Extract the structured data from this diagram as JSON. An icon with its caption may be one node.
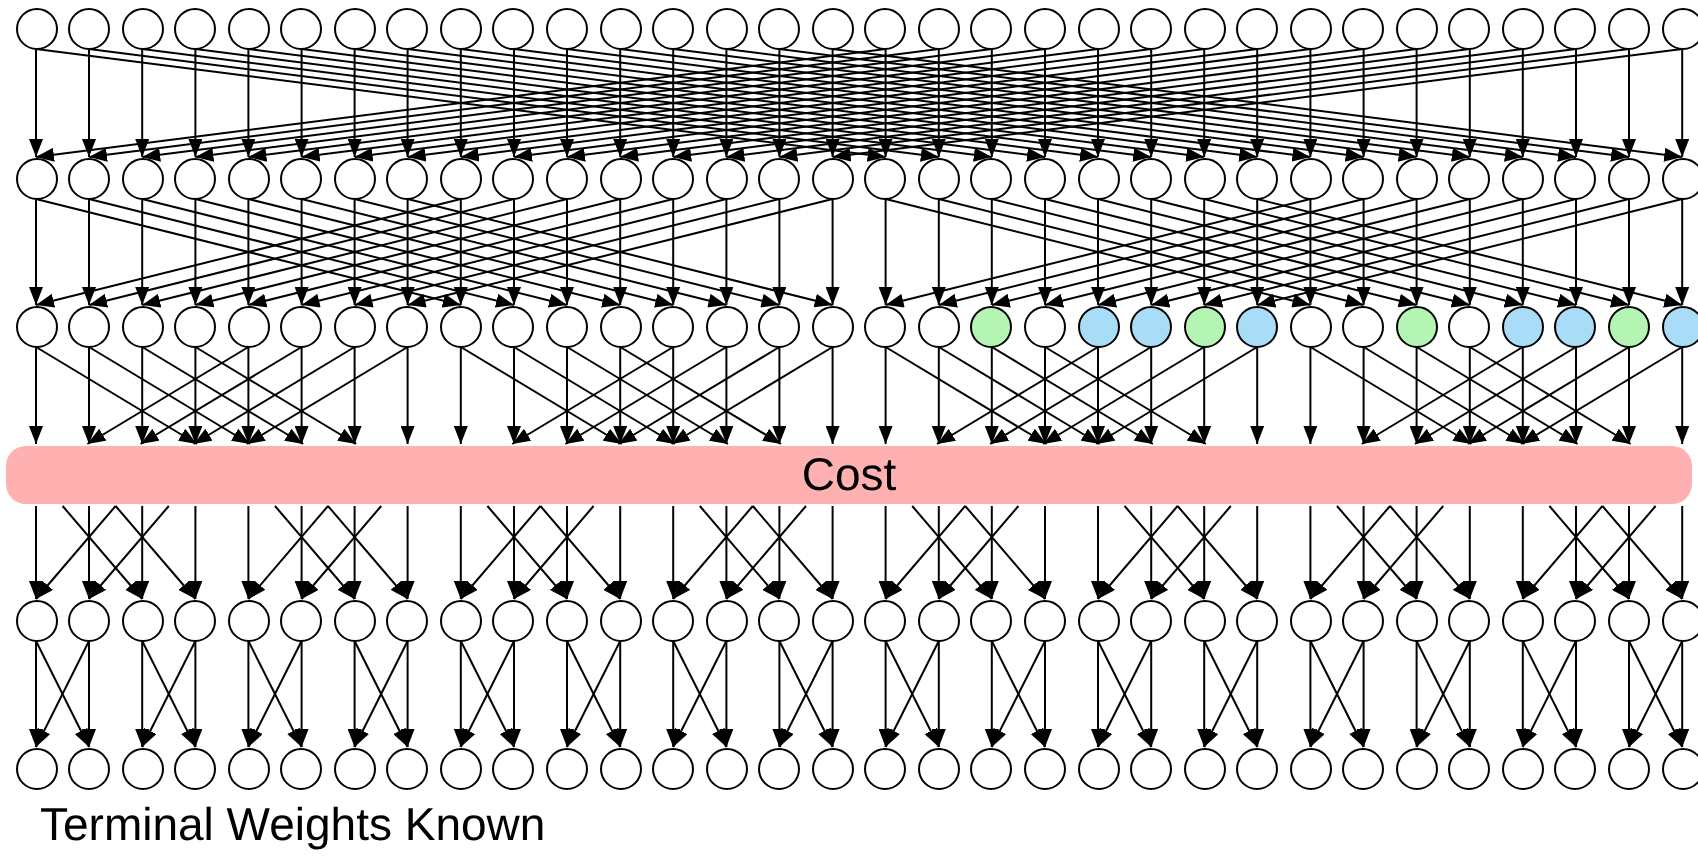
{
  "diagram": {
    "caption": "Terminal Weights Known",
    "nodes": [
      {
        "text": [],
        "shape": "circle"
      },
      {
        "text": [],
        "shape": "circle"
      },
      {
        "text": [],
        "shape": "circle"
      },
      {
        "text": [],
        "shape": "circle"
      },
      {
        "text": [],
        "shape": "circle"
      },
      {
        "text": [],
        "shape": "circle"
      },
      {
        "text": [],
        "shape": "circle"
      },
      {
        "text": [],
        "shape": "circle"
      },
      {
        "text": [],
        "shape": "circle"
      },
      {
        "text": [],
        "shape": "circle"
      },
      {
        "text": [],
        "shape": "circle"
      },
      {
        "text": [],
        "shape": "circle"
      },
      {
        "text": [],
        "shape": "circle"
      },
      {
        "text": [],
        "shape": "circle"
      },
      {
        "text": [],
        "shape": "circle"
      },
      {
        "text": [],
        "shape": "circle"
      },
      {
        "text": [],
        "shape": "circle"
      },
      {
        "text": [],
        "shape": "circle"
      },
      {
        "text": [],
        "shape": "circle"
      },
      {
        "text": [],
        "shape": "circle"
      },
      {
        "text": [],
        "shape": "circle"
      },
      {
        "text": [],
        "shape": "circle"
      },
      {
        "text": [],
        "shape": "circle"
      },
      {
        "text": [],
        "shape": "circle"
      },
      {
        "text": [],
        "shape": "circle"
      },
      {
        "text": [],
        "shape": "circle"
      },
      {
        "text": [],
        "shape": "circle"
      },
      {
        "text": [],
        "shape": "circle"
      },
      {
        "text": [],
        "shape": "circle"
      },
      {
        "text": [],
        "shape": "circle"
      },
      {
        "text": [],
        "shape": "circle"
      },
      {
        "text": [],
        "shape": "circle"
      },
      {
        "text": [],
        "shape": "circle"
      },
      {
        "text": [],
        "shape": "circle"
      },
      {
        "text": [],
        "shape": "circle"
      },
      {
        "text": [],
        "shape": "circle"
      },
      {
        "text": [],
        "shape": "circle"
      },
      {
        "text": [],
        "shape": "circle"
      },
      {
        "text": [],
        "shape": "circle"
      },
      {
        "text": [],
        "shape": "circle"
      },
      {
        "text": [],
        "shape": "circle"
      },
      {
        "text": [],
        "shape": "circle"
      },
      {
        "text": [],
        "shape": "circle"
      },
      {
        "text": [],
        "shape": "circle"
      },
      {
        "text": [],
        "shape": "circle"
      },
      {
        "text": [],
        "shape": "circle"
      },
      {
        "text": [],
        "shape": "circle"
      },
      {
        "text": [],
        "shape": "circle"
      },
      {
        "text": [],
        "shape": "circle"
      },
      {
        "text": [],
        "shape": "circle"
      },
      {
        "text": [],
        "shape": "circle"
      },
      {
        "text": [],
        "shape": "circle"
      },
      {
        "text": [],
        "shape": "circle"
      },
      {
        "text": [],
        "shape": "circle"
      },
      {
        "text": [],
        "shape": "circle"
      },
      {
        "text": [],
        "shape": "circle"
      },
      {
        "text": [],
        "shape": "circle"
      },
      {
        "text": [],
        "shape": "circle"
      },
      {
        "text": [],
        "shape": "circle"
      },
      {
        "text": [],
        "shape": "circle"
      },
      {
        "text": [],
        "shape": "circle"
      },
      {
        "text": [],
        "shape": "circle"
      },
      {
        "text": [],
        "shape": "circle"
      },
      {
        "text": [],
        "shape": "circle"
      },
      {
        "text": [],
        "shape": "circle"
      },
      {
        "text": [],
        "shape": "circle"
      },
      {
        "text": [],
        "shape": "circle"
      },
      {
        "text": [],
        "shape": "circle"
      },
      {
        "text": [],
        "shape": "circle"
      },
      {
        "text": [],
        "shape": "circle"
      },
      {
        "text": [],
        "shape": "circle"
      },
      {
        "text": [],
        "shape": "circle"
      },
      {
        "text": [],
        "shape": "circle"
      },
      {
        "text": [],
        "shape": "circle"
      },
      {
        "text": [],
        "shape": "circle"
      },
      {
        "text": [],
        "shape": "circle"
      },
      {
        "text": [],
        "shape": "circle"
      },
      {
        "text": [],
        "shape": "circle"
      },
      {
        "text": [],
        "shape": "circle"
      },
      {
        "text": [],
        "shape": "circle"
      },
      {
        "text": [],
        "shape": "circle"
      },
      {
        "text": [],
        "shape": "circle"
      },
      {
        "text": [],
        "shape": "circle"
      },
      {
        "text": [],
        "shape": "circle"
      },
      {
        "text": [],
        "shape": "circle"
      },
      {
        "text": [],
        "shape": "circle"
      },
      {
        "text": [],
        "shape": "circle"
      },
      {
        "text": [],
        "shape": "circle"
      },
      {
        "text": [],
        "shape": "circle"
      },
      {
        "text": [],
        "shape": "circle"
      },
      {
        "text": [],
        "shape": "circle"
      },
      {
        "text": [],
        "shape": "circle"
      },
      {
        "text": [],
        "shape": "circle"
      },
      {
        "text": [],
        "shape": "circle"
      },
      {
        "text": [],
        "shape": "circle"
      },
      {
        "text": [],
        "shape": "circle"
      },
      {
        "text": [
          "Cost"
        ]
      },
      {
        "text": [],
        "shape": "circle"
      },
      {
        "text": [],
        "shape": "circle"
      },
      {
        "text": [],
        "shape": "circle"
      },
      {
        "text": [],
        "shape": "circle"
      },
      {
        "text": [],
        "shape": "circle"
      },
      {
        "text": [],
        "shape": "circle"
      },
      {
        "text": [],
        "shape": "circle"
      },
      {
        "text": [],
        "shape": "circle"
      },
      {
        "text": [],
        "shape": "circle"
      },
      {
        "text": [],
        "shape": "circle"
      },
      {
        "text": [],
        "shape": "circle"
      },
      {
        "text": [],
        "shape": "circle"
      },
      {
        "text": [],
        "shape": "circle"
      },
      {
        "text": [],
        "shape": "circle"
      },
      {
        "text": [],
        "shape": "circle"
      },
      {
        "text": [],
        "shape": "circle"
      },
      {
        "text": [],
        "shape": "circle"
      },
      {
        "text": [],
        "shape": "circle"
      },
      {
        "text": [],
        "shape": "circle"
      },
      {
        "text": [],
        "shape": "circle"
      },
      {
        "text": [],
        "shape": "circle"
      },
      {
        "text": [],
        "shape": "circle"
      },
      {
        "text": [],
        "shape": "circle"
      },
      {
        "text": [],
        "shape": "circle"
      },
      {
        "text": [],
        "shape": "circle"
      },
      {
        "text": [],
        "shape": "circle"
      },
      {
        "text": [],
        "shape": "circle"
      },
      {
        "text": [],
        "shape": "circle"
      },
      {
        "text": [],
        "shape": "circle"
      },
      {
        "text": [],
        "shape": "circle"
      },
      {
        "text": [],
        "shape": "circle"
      },
      {
        "text": [],
        "shape": "circle"
      },
      {
        "text": [],
        "shape": "circle"
      },
      {
        "text": [],
        "shape": "circle"
      },
      {
        "text": [],
        "shape": "circle"
      },
      {
        "text": [],
        "shape": "circle"
      },
      {
        "text": [],
        "shape": "circle"
      },
      {
        "text": [],
        "shape": "circle"
      },
      {
        "text": [],
        "shape": "circle"
      },
      {
        "text": [],
        "shape": "circle"
      },
      {
        "text": [],
        "shape": "circle"
      },
      {
        "text": [],
        "shape": "circle"
      },
      {
        "text": [],
        "shape": "circle"
      },
      {
        "text": [],
        "shape": "circle"
      },
      {
        "text": [],
        "shape": "circle"
      },
      {
        "text": [],
        "shape": "circle"
      },
      {
        "text": [],
        "shape": "circle"
      },
      {
        "text": [],
        "shape": "circle"
      },
      {
        "text": [],
        "shape": "circle"
      },
      {
        "text": [],
        "shape": "circle"
      },
      {
        "text": [],
        "shape": "circle"
      },
      {
        "text": [],
        "shape": "circle"
      },
      {
        "text": [],
        "shape": "circle"
      },
      {
        "text": [],
        "shape": "circle"
      },
      {
        "text": [],
        "shape": "circle"
      },
      {
        "text": [],
        "shape": "circle"
      },
      {
        "text": [],
        "shape": "circle"
      },
      {
        "text": [],
        "shape": "circle"
      },
      {
        "text": [],
        "shape": "circle"
      },
      {
        "text": [],
        "shape": "circle"
      },
      {
        "text": [],
        "shape": "circle"
      },
      {
        "text": [],
        "shape": "circle"
      },
      {
        "text": [],
        "shape": "circle"
      },
      {
        "text": [],
        "shape": "circle"
      }
    ],
    "edges": [
      {
        "from": 0,
        "to": 32,
        "arrow": "to"
      },
      {
        "from": 0,
        "to": 48,
        "arrow": "to"
      },
      {
        "from": 1,
        "to": 33,
        "arrow": "to"
      },
      {
        "from": 1,
        "to": 49,
        "arrow": "to"
      },
      {
        "from": 2,
        "to": 34,
        "arrow": "to"
      },
      {
        "from": 2,
        "to": 50,
        "arrow": "to"
      },
      {
        "from": 3,
        "to": 35,
        "arrow": "to"
      },
      {
        "from": 3,
        "to": 51,
        "arrow": "to"
      },
      {
        "from": 4,
        "to": 36,
        "arrow": "to"
      },
      {
        "from": 4,
        "to": 52,
        "arrow": "to"
      },
      {
        "from": 5,
        "to": 37,
        "arrow": "to"
      },
      {
        "from": 5,
        "to": 53,
        "arrow": "to"
      },
      {
        "from": 6,
        "to": 38,
        "arrow": "to"
      },
      {
        "from": 6,
        "to": 54,
        "arrow": "to"
      },
      {
        "from": 7,
        "to": 39,
        "arrow": "to"
      },
      {
        "from": 7,
        "to": 55,
        "arrow": "to"
      },
      {
        "from": 8,
        "to": 40,
        "arrow": "to"
      },
      {
        "from": 8,
        "to": 56,
        "arrow": "to"
      },
      {
        "from": 9,
        "to": 41,
        "arrow": "to"
      },
      {
        "from": 9,
        "to": 57,
        "arrow": "to"
      },
      {
        "from": 10,
        "to": 42,
        "arrow": "to"
      },
      {
        "from": 10,
        "to": 58,
        "arrow": "to"
      },
      {
        "from": 11,
        "to": 43,
        "arrow": "to"
      },
      {
        "from": 11,
        "to": 59,
        "arrow": "to"
      },
      {
        "from": 12,
        "to": 44,
        "arrow": "to"
      },
      {
        "from": 12,
        "to": 60,
        "arrow": "to"
      },
      {
        "from": 13,
        "to": 45,
        "arrow": "to"
      },
      {
        "from": 13,
        "to": 61,
        "arrow": "to"
      },
      {
        "from": 14,
        "to": 46,
        "arrow": "to"
      },
      {
        "from": 14,
        "to": 62,
        "arrow": "to"
      },
      {
        "from": 15,
        "to": 47,
        "arrow": "to"
      },
      {
        "from": 15,
        "to": 63,
        "arrow": "to"
      },
      {
        "from": 16,
        "to": 48,
        "arrow": "to"
      },
      {
        "from": 16,
        "to": 32,
        "arrow": "to"
      },
      {
        "from": 17,
        "to": 49,
        "arrow": "to"
      },
      {
        "from": 17,
        "to": 33,
        "arrow": "to"
      },
      {
        "from": 18,
        "to": 50,
        "arrow": "to"
      },
      {
        "from": 18,
        "to": 34,
        "arrow": "to"
      },
      {
        "from": 19,
        "to": 51,
        "arrow": "to"
      },
      {
        "from": 19,
        "to": 35,
        "arrow": "to"
      },
      {
        "from": 20,
        "to": 52,
        "arrow": "to"
      },
      {
        "from": 20,
        "to": 36,
        "arrow": "to"
      },
      {
        "from": 21,
        "to": 53,
        "arrow": "to"
      },
      {
        "from": 21,
        "to": 37,
        "arrow": "to"
      },
      {
        "from": 22,
        "to": 54,
        "arrow": "to"
      },
      {
        "from": 22,
        "to": 38,
        "arrow": "to"
      },
      {
        "from": 23,
        "to": 55,
        "arrow": "to"
      },
      {
        "from": 23,
        "to": 39,
        "arrow": "to"
      },
      {
        "from": 24,
        "to": 56,
        "arrow": "to"
      },
      {
        "from": 24,
        "to": 40,
        "arrow": "to"
      },
      {
        "from": 25,
        "to": 57,
        "arrow": "to"
      },
      {
        "from": 25,
        "to": 41,
        "arrow": "to"
      },
      {
        "from": 26,
        "to": 58,
        "arrow": "to"
      },
      {
        "from": 26,
        "to": 42,
        "arrow": "to"
      },
      {
        "from": 27,
        "to": 59,
        "arrow": "to"
      },
      {
        "from": 27,
        "to": 43,
        "arrow": "to"
      },
      {
        "from": 28,
        "to": 60,
        "arrow": "to"
      },
      {
        "from": 28,
        "to": 44,
        "arrow": "to"
      },
      {
        "from": 29,
        "to": 61,
        "arrow": "to"
      },
      {
        "from": 29,
        "to": 45,
        "arrow": "to"
      },
      {
        "from": 30,
        "to": 62,
        "arrow": "to"
      },
      {
        "from": 30,
        "to": 46,
        "arrow": "to"
      },
      {
        "from": 31,
        "to": 63,
        "arrow": "to"
      },
      {
        "from": 31,
        "to": 47,
        "arrow": "to"
      },
      {
        "from": 32,
        "to": 64,
        "arrow": "to"
      },
      {
        "from": 32,
        "to": 72,
        "arrow": "to"
      },
      {
        "from": 33,
        "to": 65,
        "arrow": "to"
      },
      {
        "from": 33,
        "to": 73,
        "arrow": "to"
      },
      {
        "from": 34,
        "to": 66,
        "arrow": "to"
      },
      {
        "from": 34,
        "to": 74,
        "arrow": "to"
      },
      {
        "from": 35,
        "to": 67,
        "arrow": "to"
      },
      {
        "from": 35,
        "to": 75,
        "arrow": "to"
      },
      {
        "from": 36,
        "to": 68,
        "arrow": "to"
      },
      {
        "from": 36,
        "to": 76,
        "arrow": "to"
      },
      {
        "from": 37,
        "to": 69,
        "arrow": "to"
      },
      {
        "from": 37,
        "to": 77,
        "arrow": "to"
      },
      {
        "from": 38,
        "to": 70,
        "arrow": "to"
      },
      {
        "from": 38,
        "to": 78,
        "arrow": "to"
      },
      {
        "from": 39,
        "to": 71,
        "arrow": "to"
      },
      {
        "from": 39,
        "to": 79,
        "arrow": "to"
      },
      {
        "from": 40,
        "to": 72,
        "arrow": "to"
      },
      {
        "from": 40,
        "to": 64,
        "arrow": "to"
      },
      {
        "from": 41,
        "to": 73,
        "arrow": "to"
      },
      {
        "from": 41,
        "to": 65,
        "arrow": "to"
      },
      {
        "from": 42,
        "to": 74,
        "arrow": "to"
      },
      {
        "from": 42,
        "to": 66,
        "arrow": "to"
      },
      {
        "from": 43,
        "to": 75,
        "arrow": "to"
      },
      {
        "from": 43,
        "to": 67,
        "arrow": "to"
      },
      {
        "from": 44,
        "to": 76,
        "arrow": "to"
      },
      {
        "from": 44,
        "to": 68,
        "arrow": "to"
      },
      {
        "from": 45,
        "to": 77,
        "arrow": "to"
      },
      {
        "from": 45,
        "to": 69,
        "arrow": "to"
      },
      {
        "from": 46,
        "to": 78,
        "arrow": "to"
      },
      {
        "from": 46,
        "to": 70,
        "arrow": "to"
      },
      {
        "from": 47,
        "to": 79,
        "arrow": "to"
      },
      {
        "from": 47,
        "to": 71,
        "arrow": "to"
      },
      {
        "from": 48,
        "to": 80,
        "arrow": "to"
      },
      {
        "from": 48,
        "to": 88,
        "arrow": "to"
      },
      {
        "from": 49,
        "to": 81,
        "arrow": "to"
      },
      {
        "from": 49,
        "to": 89,
        "arrow": "to"
      },
      {
        "from": 50,
        "to": 82,
        "arrow": "to"
      },
      {
        "from": 50,
        "to": 90,
        "arrow": "to"
      },
      {
        "from": 51,
        "to": 83,
        "arrow": "to"
      },
      {
        "from": 51,
        "to": 91,
        "arrow": "to"
      },
      {
        "from": 52,
        "to": 84,
        "arrow": "to"
      },
      {
        "from": 52,
        "to": 92,
        "arrow": "to"
      },
      {
        "from": 53,
        "to": 85,
        "arrow": "to"
      },
      {
        "from": 53,
        "to": 93,
        "arrow": "to"
      },
      {
        "from": 54,
        "to": 86,
        "arrow": "to"
      },
      {
        "from": 54,
        "to": 94,
        "arrow": "to"
      },
      {
        "from": 55,
        "to": 87,
        "arrow": "to"
      },
      {
        "from": 55,
        "to": 95,
        "arrow": "to"
      },
      {
        "from": 56,
        "to": 88,
        "arrow": "to"
      },
      {
        "from": 56,
        "to": 80,
        "arrow": "to"
      },
      {
        "from": 57,
        "to": 89,
        "arrow": "to"
      },
      {
        "from": 57,
        "to": 81,
        "arrow": "to"
      },
      {
        "from": 58,
        "to": 90,
        "arrow": "to"
      },
      {
        "from": 58,
        "to": 82,
        "arrow": "to"
      },
      {
        "from": 59,
        "to": 91,
        "arrow": "to"
      },
      {
        "from": 59,
        "to": 83,
        "arrow": "to"
      },
      {
        "from": 60,
        "to": 92,
        "arrow": "to"
      },
      {
        "from": 60,
        "to": 84,
        "arrow": "to"
      },
      {
        "from": 61,
        "to": 93,
        "arrow": "to"
      },
      {
        "from": 61,
        "to": 85,
        "arrow": "to"
      },
      {
        "from": 62,
        "to": 94,
        "arrow": "to"
      },
      {
        "from": 62,
        "to": 86,
        "arrow": "to"
      },
      {
        "from": 63,
        "to": 95,
        "arrow": "to"
      },
      {
        "from": 63,
        "to": 87,
        "arrow": "to"
      },
      {
        "from": 64,
        "to": 96,
        "arrow": "to"
      },
      {
        "from": 64,
        "to": 96,
        "arrow": "to"
      },
      {
        "from": 65,
        "to": 96,
        "arrow": "to"
      },
      {
        "from": 65,
        "to": 96,
        "arrow": "to"
      },
      {
        "from": 66,
        "to": 96,
        "arrow": "to"
      },
      {
        "from": 66,
        "to": 96,
        "arrow": "to"
      },
      {
        "from": 67,
        "to": 96,
        "arrow": "to"
      },
      {
        "from": 67,
        "to": 96,
        "arrow": "to"
      },
      {
        "from": 68,
        "to": 96,
        "arrow": "to"
      },
      {
        "from": 68,
        "to": 96,
        "arrow": "to"
      },
      {
        "from": 69,
        "to": 96,
        "arrow": "to"
      },
      {
        "from": 69,
        "to": 96,
        "arrow": "to"
      },
      {
        "from": 70,
        "to": 96,
        "arrow": "to"
      },
      {
        "from": 70,
        "to": 96,
        "arrow": "to"
      },
      {
        "from": 71,
        "to": 96,
        "arrow": "to"
      },
      {
        "from": 71,
        "to": 96,
        "arrow": "to"
      },
      {
        "from": 72,
        "to": 96,
        "arrow": "to"
      },
      {
        "from": 72,
        "to": 96,
        "arrow": "to"
      },
      {
        "from": 73,
        "to": 96,
        "arrow": "to"
      },
      {
        "from": 73,
        "to": 96,
        "arrow": "to"
      },
      {
        "from": 74,
        "to": 96,
        "arrow": "to"
      },
      {
        "from": 74,
        "to": 96,
        "arrow": "to"
      },
      {
        "from": 75,
        "to": 96,
        "arrow": "to"
      },
      {
        "from": 75,
        "to": 96,
        "arrow": "to"
      },
      {
        "from": 76,
        "to": 96,
        "arrow": "to"
      },
      {
        "from": 76,
        "to": 96,
        "arrow": "to"
      },
      {
        "from": 77,
        "to": 96,
        "arrow": "to"
      },
      {
        "from": 77,
        "to": 96,
        "arrow": "to"
      },
      {
        "from": 78,
        "to": 96,
        "arrow": "to"
      },
      {
        "from": 78,
        "to": 96,
        "arrow": "to"
      },
      {
        "from": 79,
        "to": 96,
        "arrow": "to"
      },
      {
        "from": 79,
        "to": 96,
        "arrow": "to"
      },
      {
        "from": 80,
        "to": 96,
        "arrow": "to"
      },
      {
        "from": 80,
        "to": 96,
        "arrow": "to"
      },
      {
        "from": 81,
        "to": 96,
        "arrow": "to"
      },
      {
        "from": 81,
        "to": 96,
        "arrow": "to"
      },
      {
        "from": 82,
        "to": 96,
        "arrow": "to"
      },
      {
        "from": 82,
        "to": 96,
        "arrow": "to"
      },
      {
        "from": 83,
        "to": 96,
        "arrow": "to"
      },
      {
        "from": 83,
        "to": 96,
        "arrow": "to"
      },
      {
        "from": 84,
        "to": 96,
        "arrow": "to"
      },
      {
        "from": 84,
        "to": 96,
        "arrow": "to"
      },
      {
        "from": 85,
        "to": 96,
        "arrow": "to"
      },
      {
        "from": 85,
        "to": 96,
        "arrow": "to"
      },
      {
        "from": 86,
        "to": 96,
        "arrow": "to"
      },
      {
        "from": 86,
        "to": 96,
        "arrow": "to"
      },
      {
        "from": 87,
        "to": 96,
        "arrow": "to"
      },
      {
        "from": 87,
        "to": 96,
        "arrow": "to"
      },
      {
        "from": 88,
        "to": 96,
        "arrow": "to"
      },
      {
        "from": 88,
        "to": 96,
        "arrow": "to"
      },
      {
        "from": 89,
        "to": 96,
        "arrow": "to"
      },
      {
        "from": 89,
        "to": 96,
        "arrow": "to"
      },
      {
        "from": 90,
        "to": 96,
        "arrow": "to"
      },
      {
        "from": 90,
        "to": 96,
        "arrow": "to"
      },
      {
        "from": 91,
        "to": 96,
        "arrow": "to"
      },
      {
        "from": 91,
        "to": 96,
        "arrow": "to"
      },
      {
        "from": 92,
        "to": 96,
        "arrow": "to"
      },
      {
        "from": 92,
        "to": 96,
        "arrow": "to"
      },
      {
        "from": 93,
        "to": 96,
        "arrow": "to"
      },
      {
        "from": 93,
        "to": 96,
        "arrow": "to"
      },
      {
        "from": 94,
        "to": 96,
        "arrow": "to"
      },
      {
        "from": 94,
        "to": 96,
        "arrow": "to"
      },
      {
        "from": 95,
        "to": 96,
        "arrow": "to"
      },
      {
        "from": 95,
        "to": 96,
        "arrow": "to"
      },
      {
        "from": 96,
        "to": 97,
        "arrow": "to"
      },
      {
        "from": 96,
        "to": 97,
        "arrow": "to"
      },
      {
        "from": 96,
        "to": 98,
        "arrow": "to"
      },
      {
        "from": 96,
        "to": 98,
        "arrow": "to"
      },
      {
        "from": 96,
        "to": 99,
        "arrow": "to"
      },
      {
        "from": 96,
        "to": 99,
        "arrow": "to"
      },
      {
        "from": 96,
        "to": 100,
        "arrow": "to"
      },
      {
        "from": 96,
        "to": 100,
        "arrow": "to"
      },
      {
        "from": 96,
        "to": 101,
        "arrow": "to"
      },
      {
        "from": 96,
        "to": 101,
        "arrow": "to"
      },
      {
        "from": 96,
        "to": 102,
        "arrow": "to"
      },
      {
        "from": 96,
        "to": 102,
        "arrow": "to"
      },
      {
        "from": 96,
        "to": 103,
        "arrow": "to"
      },
      {
        "from": 96,
        "to": 103,
        "arrow": "to"
      },
      {
        "from": 96,
        "to": 104,
        "arrow": "to"
      },
      {
        "from": 96,
        "to": 104,
        "arrow": "to"
      },
      {
        "from": 96,
        "to": 105,
        "arrow": "to"
      },
      {
        "from": 96,
        "to": 105,
        "arrow": "to"
      },
      {
        "from": 96,
        "to": 106,
        "arrow": "to"
      },
      {
        "from": 96,
        "to": 106,
        "arrow": "to"
      },
      {
        "from": 96,
        "to": 107,
        "arrow": "to"
      },
      {
        "from": 96,
        "to": 107,
        "arrow": "to"
      },
      {
        "from": 96,
        "to": 108,
        "arrow": "to"
      },
      {
        "from": 96,
        "to": 108,
        "arrow": "to"
      },
      {
        "from": 96,
        "to": 109,
        "arrow": "to"
      },
      {
        "from": 96,
        "to": 109,
        "arrow": "to"
      },
      {
        "from": 96,
        "to": 110,
        "arrow": "to"
      },
      {
        "from": 96,
        "to": 110,
        "arrow": "to"
      },
      {
        "from": 96,
        "to": 111,
        "arrow": "to"
      },
      {
        "from": 96,
        "to": 111,
        "arrow": "to"
      },
      {
        "from": 96,
        "to": 112,
        "arrow": "to"
      },
      {
        "from": 96,
        "to": 112,
        "arrow": "to"
      },
      {
        "from": 96,
        "to": 113,
        "arrow": "to"
      },
      {
        "from": 96,
        "to": 113,
        "arrow": "to"
      },
      {
        "from": 96,
        "to": 114,
        "arrow": "to"
      },
      {
        "from": 96,
        "to": 114,
        "arrow": "to"
      },
      {
        "from": 96,
        "to": 115,
        "arrow": "to"
      },
      {
        "from": 96,
        "to": 115,
        "arrow": "to"
      },
      {
        "from": 96,
        "to": 116,
        "arrow": "to"
      },
      {
        "from": 96,
        "to": 116,
        "arrow": "to"
      },
      {
        "from": 96,
        "to": 117,
        "arrow": "to"
      },
      {
        "from": 96,
        "to": 117,
        "arrow": "to"
      },
      {
        "from": 96,
        "to": 118,
        "arrow": "to"
      },
      {
        "from": 96,
        "to": 118,
        "arrow": "to"
      },
      {
        "from": 96,
        "to": 119,
        "arrow": "to"
      },
      {
        "from": 96,
        "to": 119,
        "arrow": "to"
      },
      {
        "from": 96,
        "to": 120,
        "arrow": "to"
      },
      {
        "from": 96,
        "to": 120,
        "arrow": "to"
      },
      {
        "from": 96,
        "to": 121,
        "arrow": "to"
      },
      {
        "from": 96,
        "to": 121,
        "arrow": "to"
      },
      {
        "from": 96,
        "to": 122,
        "arrow": "to"
      },
      {
        "from": 96,
        "to": 122,
        "arrow": "to"
      },
      {
        "from": 96,
        "to": 123,
        "arrow": "to"
      },
      {
        "from": 96,
        "to": 123,
        "arrow": "to"
      },
      {
        "from": 96,
        "to": 124,
        "arrow": "to"
      },
      {
        "from": 96,
        "to": 124,
        "arrow": "to"
      },
      {
        "from": 96,
        "to": 125,
        "arrow": "to"
      },
      {
        "from": 96,
        "to": 125,
        "arrow": "to"
      },
      {
        "from": 96,
        "to": 126,
        "arrow": "to"
      },
      {
        "from": 96,
        "to": 126,
        "arrow": "to"
      },
      {
        "from": 96,
        "to": 127,
        "arrow": "to"
      },
      {
        "from": 96,
        "to": 127,
        "arrow": "to"
      },
      {
        "from": 96,
        "to": 128,
        "arrow": "to"
      },
      {
        "from": 96,
        "to": 128,
        "arrow": "to"
      },
      {
        "from": 97,
        "to": 129,
        "arrow": "to"
      },
      {
        "from": 97,
        "to": 130,
        "arrow": "to"
      },
      {
        "from": 98,
        "to": 130,
        "arrow": "to"
      },
      {
        "from": 98,
        "to": 129,
        "arrow": "to"
      },
      {
        "from": 99,
        "to": 131,
        "arrow": "to"
      },
      {
        "from": 99,
        "to": 132,
        "arrow": "to"
      },
      {
        "from": 100,
        "to": 132,
        "arrow": "to"
      },
      {
        "from": 100,
        "to": 131,
        "arrow": "to"
      },
      {
        "from": 101,
        "to": 133,
        "arrow": "to"
      },
      {
        "from": 101,
        "to": 134,
        "arrow": "to"
      },
      {
        "from": 102,
        "to": 134,
        "arrow": "to"
      },
      {
        "from": 102,
        "to": 133,
        "arrow": "to"
      },
      {
        "from": 103,
        "to": 135,
        "arrow": "to"
      },
      {
        "from": 103,
        "to": 136,
        "arrow": "to"
      },
      {
        "from": 104,
        "to": 136,
        "arrow": "to"
      },
      {
        "from": 104,
        "to": 135,
        "arrow": "to"
      },
      {
        "from": 105,
        "to": 137,
        "arrow": "to"
      },
      {
        "from": 105,
        "to": 138,
        "arrow": "to"
      },
      {
        "from": 106,
        "to": 138,
        "arrow": "to"
      },
      {
        "from": 106,
        "to": 137,
        "arrow": "to"
      },
      {
        "from": 107,
        "to": 139,
        "arrow": "to"
      },
      {
        "from": 107,
        "to": 140,
        "arrow": "to"
      },
      {
        "from": 108,
        "to": 140,
        "arrow": "to"
      },
      {
        "from": 108,
        "to": 139,
        "arrow": "to"
      },
      {
        "from": 109,
        "to": 141,
        "arrow": "to"
      },
      {
        "from": 109,
        "to": 142,
        "arrow": "to"
      },
      {
        "from": 110,
        "to": 142,
        "arrow": "to"
      },
      {
        "from": 110,
        "to": 141,
        "arrow": "to"
      },
      {
        "from": 111,
        "to": 143,
        "arrow": "to"
      },
      {
        "from": 111,
        "to": 144,
        "arrow": "to"
      },
      {
        "from": 112,
        "to": 144,
        "arrow": "to"
      },
      {
        "from": 112,
        "to": 143,
        "arrow": "to"
      },
      {
        "from": 113,
        "to": 145,
        "arrow": "to"
      },
      {
        "from": 113,
        "to": 146,
        "arrow": "to"
      },
      {
        "from": 114,
        "to": 146,
        "arrow": "to"
      },
      {
        "from": 114,
        "to": 145,
        "arrow": "to"
      },
      {
        "from": 115,
        "to": 147,
        "arrow": "to"
      },
      {
        "from": 115,
        "to": 148,
        "arrow": "to"
      },
      {
        "from": 116,
        "to": 148,
        "arrow": "to"
      },
      {
        "from": 116,
        "to": 147,
        "arrow": "to"
      },
      {
        "from": 117,
        "to": 149,
        "arrow": "to"
      },
      {
        "from": 117,
        "to": 150,
        "arrow": "to"
      },
      {
        "from": 118,
        "to": 150,
        "arrow": "to"
      },
      {
        "from": 118,
        "to": 149,
        "arrow": "to"
      },
      {
        "from": 119,
        "to": 151,
        "arrow": "to"
      },
      {
        "from": 119,
        "to": 152,
        "arrow": "to"
      },
      {
        "from": 120,
        "to": 152,
        "arrow": "to"
      },
      {
        "from": 120,
        "to": 151,
        "arrow": "to"
      },
      {
        "from": 121,
        "to": 153,
        "arrow": "to"
      },
      {
        "from": 121,
        "to": 154,
        "arrow": "to"
      },
      {
        "from": 122,
        "to": 154,
        "arrow": "to"
      },
      {
        "from": 122,
        "to": 153,
        "arrow": "to"
      },
      {
        "from": 123,
        "to": 155,
        "arrow": "to"
      },
      {
        "from": 123,
        "to": 156,
        "arrow": "to"
      },
      {
        "from": 124,
        "to": 156,
        "arrow": "to"
      },
      {
        "from": 124,
        "to": 155,
        "arrow": "to"
      },
      {
        "from": 125,
        "to": 157,
        "arrow": "to"
      },
      {
        "from": 125,
        "to": 158,
        "arrow": "to"
      },
      {
        "from": 126,
        "to": 158,
        "arrow": "to"
      },
      {
        "from": 126,
        "to": 157,
        "arrow": "to"
      },
      {
        "from": 127,
        "to": 159,
        "arrow": "to"
      },
      {
        "from": 127,
        "to": 160,
        "arrow": "to"
      },
      {
        "from": 128,
        "to": 160,
        "arrow": "to"
      },
      {
        "from": 128,
        "to": 159,
        "arrow": "to"
      }
    ]
  }
}
